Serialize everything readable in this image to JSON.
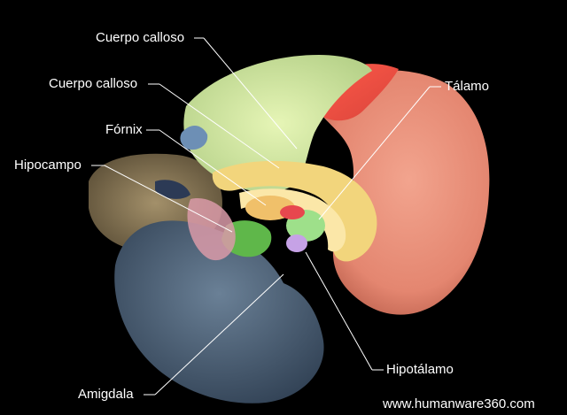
{
  "labels": {
    "corpus1": "Cuerpo calloso",
    "corpus2": "Cuerpo calloso",
    "fornix": "Fórnix",
    "hippocampus": "Hipocampo",
    "thalamus": "Tálamo",
    "hypothalamus": "Hipotálamo",
    "amygdala": "Amigdala"
  },
  "watermark": "www.humanware360.com",
  "colors": {
    "frontal": "#e98f79",
    "frontal_dark": "#c9624e",
    "motor_red": "#e5463a",
    "parietal": "#d6ef9e",
    "occipital": "#4e647b",
    "cerebellum": "#8a7a55",
    "cingulate": "#f2d57c",
    "corpus_callosum": "#f4dd8c",
    "background": "#000000"
  }
}
